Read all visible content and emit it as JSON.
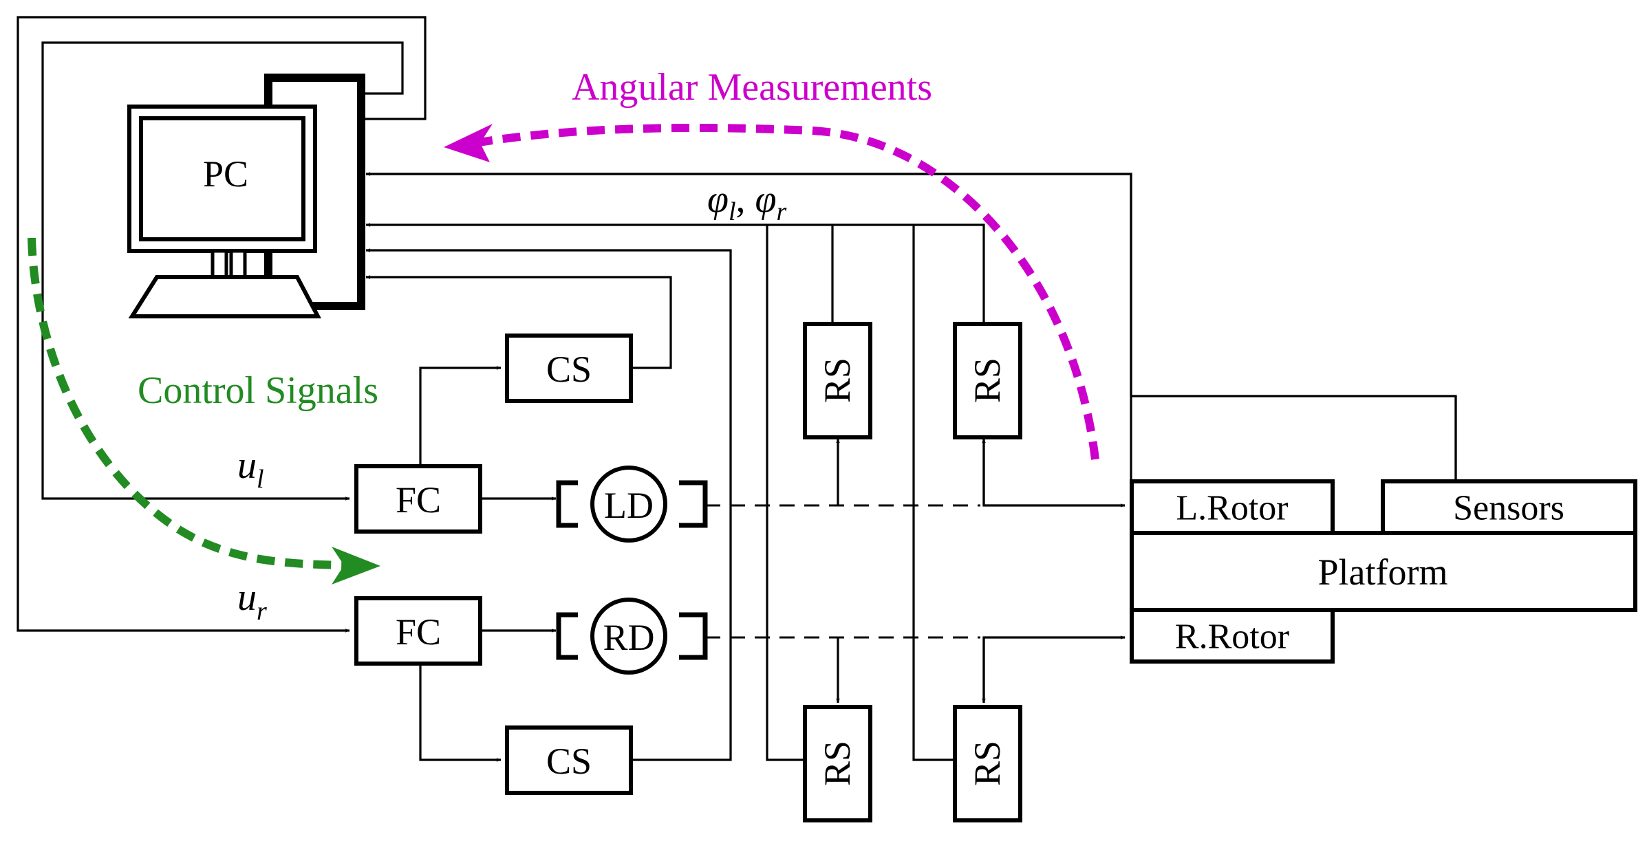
{
  "pc": {
    "label": "PC"
  },
  "blocks": {
    "cs_top": "CS",
    "cs_bottom": "CS",
    "fc_left": "FC",
    "fc_right": "FC",
    "ld": "LD",
    "rd": "RD",
    "rs_1": "RS",
    "rs_2": "RS",
    "rs_3": "RS",
    "rs_4": "RS",
    "l_rotor": "L.Rotor",
    "sensors": "Sensors",
    "platform": "Platform",
    "r_rotor": "R.Rotor"
  },
  "signals": {
    "u_l_base": "u",
    "u_l_sub": "l",
    "u_r_base": "u",
    "u_r_sub": "r",
    "phi_l_base": "φ",
    "phi_l_sub": "l",
    "separator": ",",
    "phi_r_base": "φ",
    "phi_r_sub": "r"
  },
  "annotations": {
    "angular": {
      "text": "Angular Measurements",
      "color": "#cc00cc"
    },
    "control": {
      "text": "Control Signals",
      "color": "#228b22"
    }
  }
}
